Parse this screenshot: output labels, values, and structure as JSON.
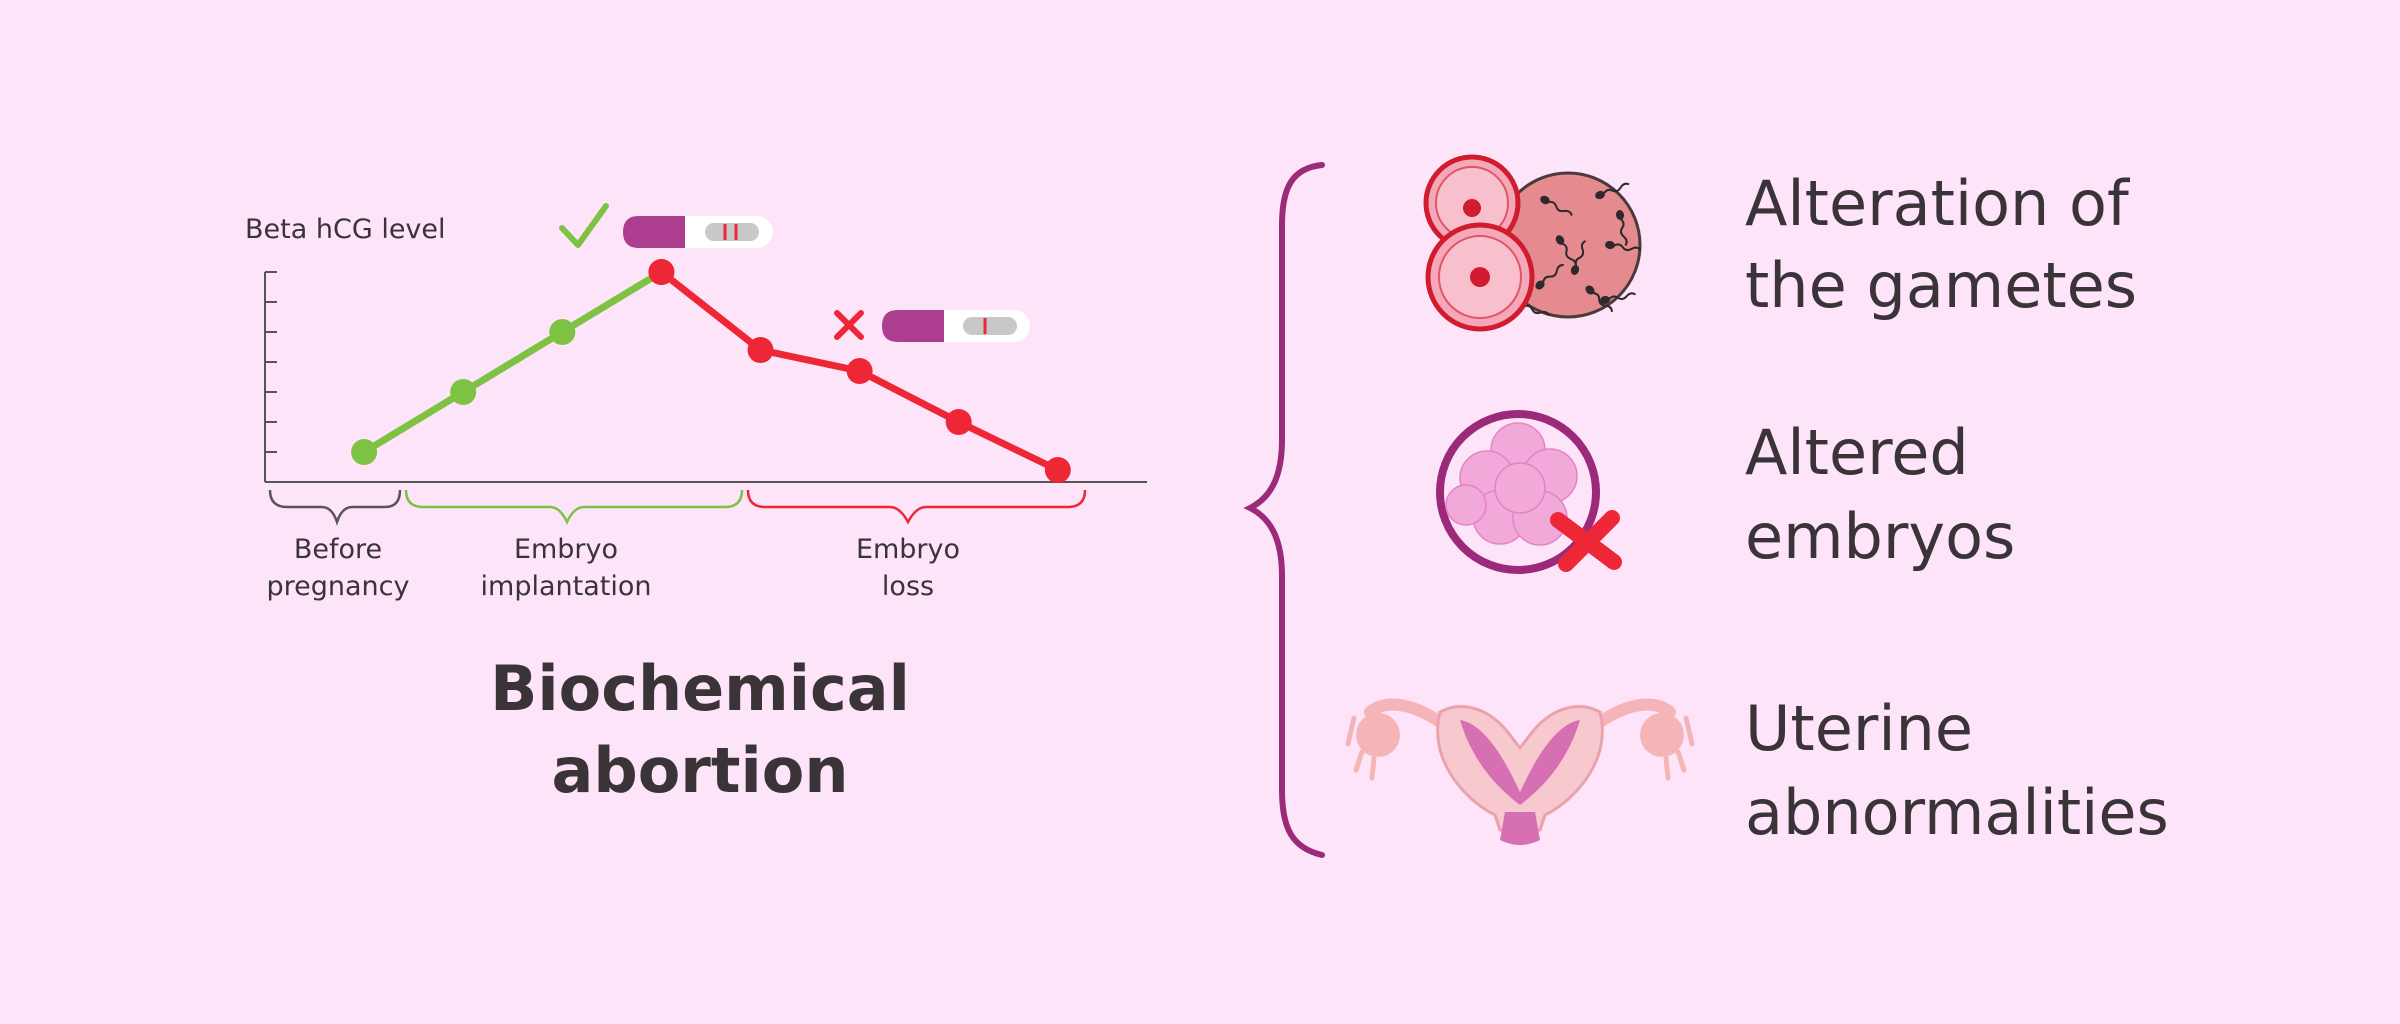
{
  "colors": {
    "background": "#fde4f9",
    "rise": "#7dc243",
    "fall": "#ee2737",
    "brace": "#9b2b7a",
    "text": "#3a3438",
    "axis": "#555555",
    "test_pink": "#ad3d8f"
  },
  "chart": {
    "ylabel": "Beta hCG level",
    "phase_labels": [
      {
        "line1": "Before",
        "line2": "pregnancy"
      },
      {
        "line1": "Embryo",
        "line2": "implantation"
      },
      {
        "line1": "Embryo",
        "line2": "loss"
      }
    ],
    "title_line1": "Biochemical",
    "title_line2": "abortion",
    "icons": [
      "check-icon",
      "positive-test-icon",
      "cross-icon",
      "negative-test-icon"
    ]
  },
  "chart_data": {
    "type": "line",
    "title": "Biochemical abortion",
    "ylabel": "Beta hCG level",
    "xlabel": "",
    "x": [
      1,
      2,
      3,
      4,
      5,
      6,
      7,
      8
    ],
    "xlim": [
      0,
      8.9
    ],
    "ylim": [
      0,
      7
    ],
    "series": [
      {
        "values": [
          1,
          3,
          5,
          7,
          null,
          null,
          null,
          null
        ],
        "color": "#7dc243"
      },
      {
        "values": [
          null,
          null,
          null,
          7,
          4.4,
          3.7,
          2,
          0.4
        ],
        "color": "#ee2737"
      }
    ],
    "phases": [
      "Before pregnancy",
      "Embryo implantation",
      "Embryo loss"
    ],
    "grid": false,
    "legend": "none"
  },
  "causes": [
    {
      "line1": "Alteration of",
      "line2": "the gametes",
      "icon": "gametes-icon"
    },
    {
      "line1": "Altered",
      "line2": "embryos",
      "icon": "altered-embryo-icon"
    },
    {
      "line1": "Uterine",
      "line2": "abnormalities",
      "icon": "uterus-icon"
    }
  ]
}
